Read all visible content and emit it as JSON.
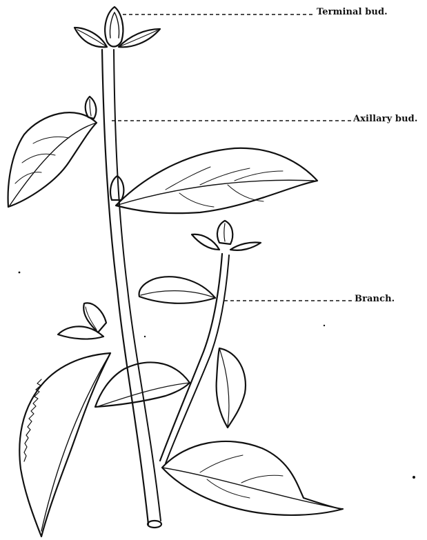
{
  "labels": {
    "terminal_bud": "Terminal bud.",
    "axillary_bud": "Axillary bud.",
    "branch": "Branch."
  },
  "colors": {
    "ink": "#111111",
    "paper": "#ffffff"
  }
}
